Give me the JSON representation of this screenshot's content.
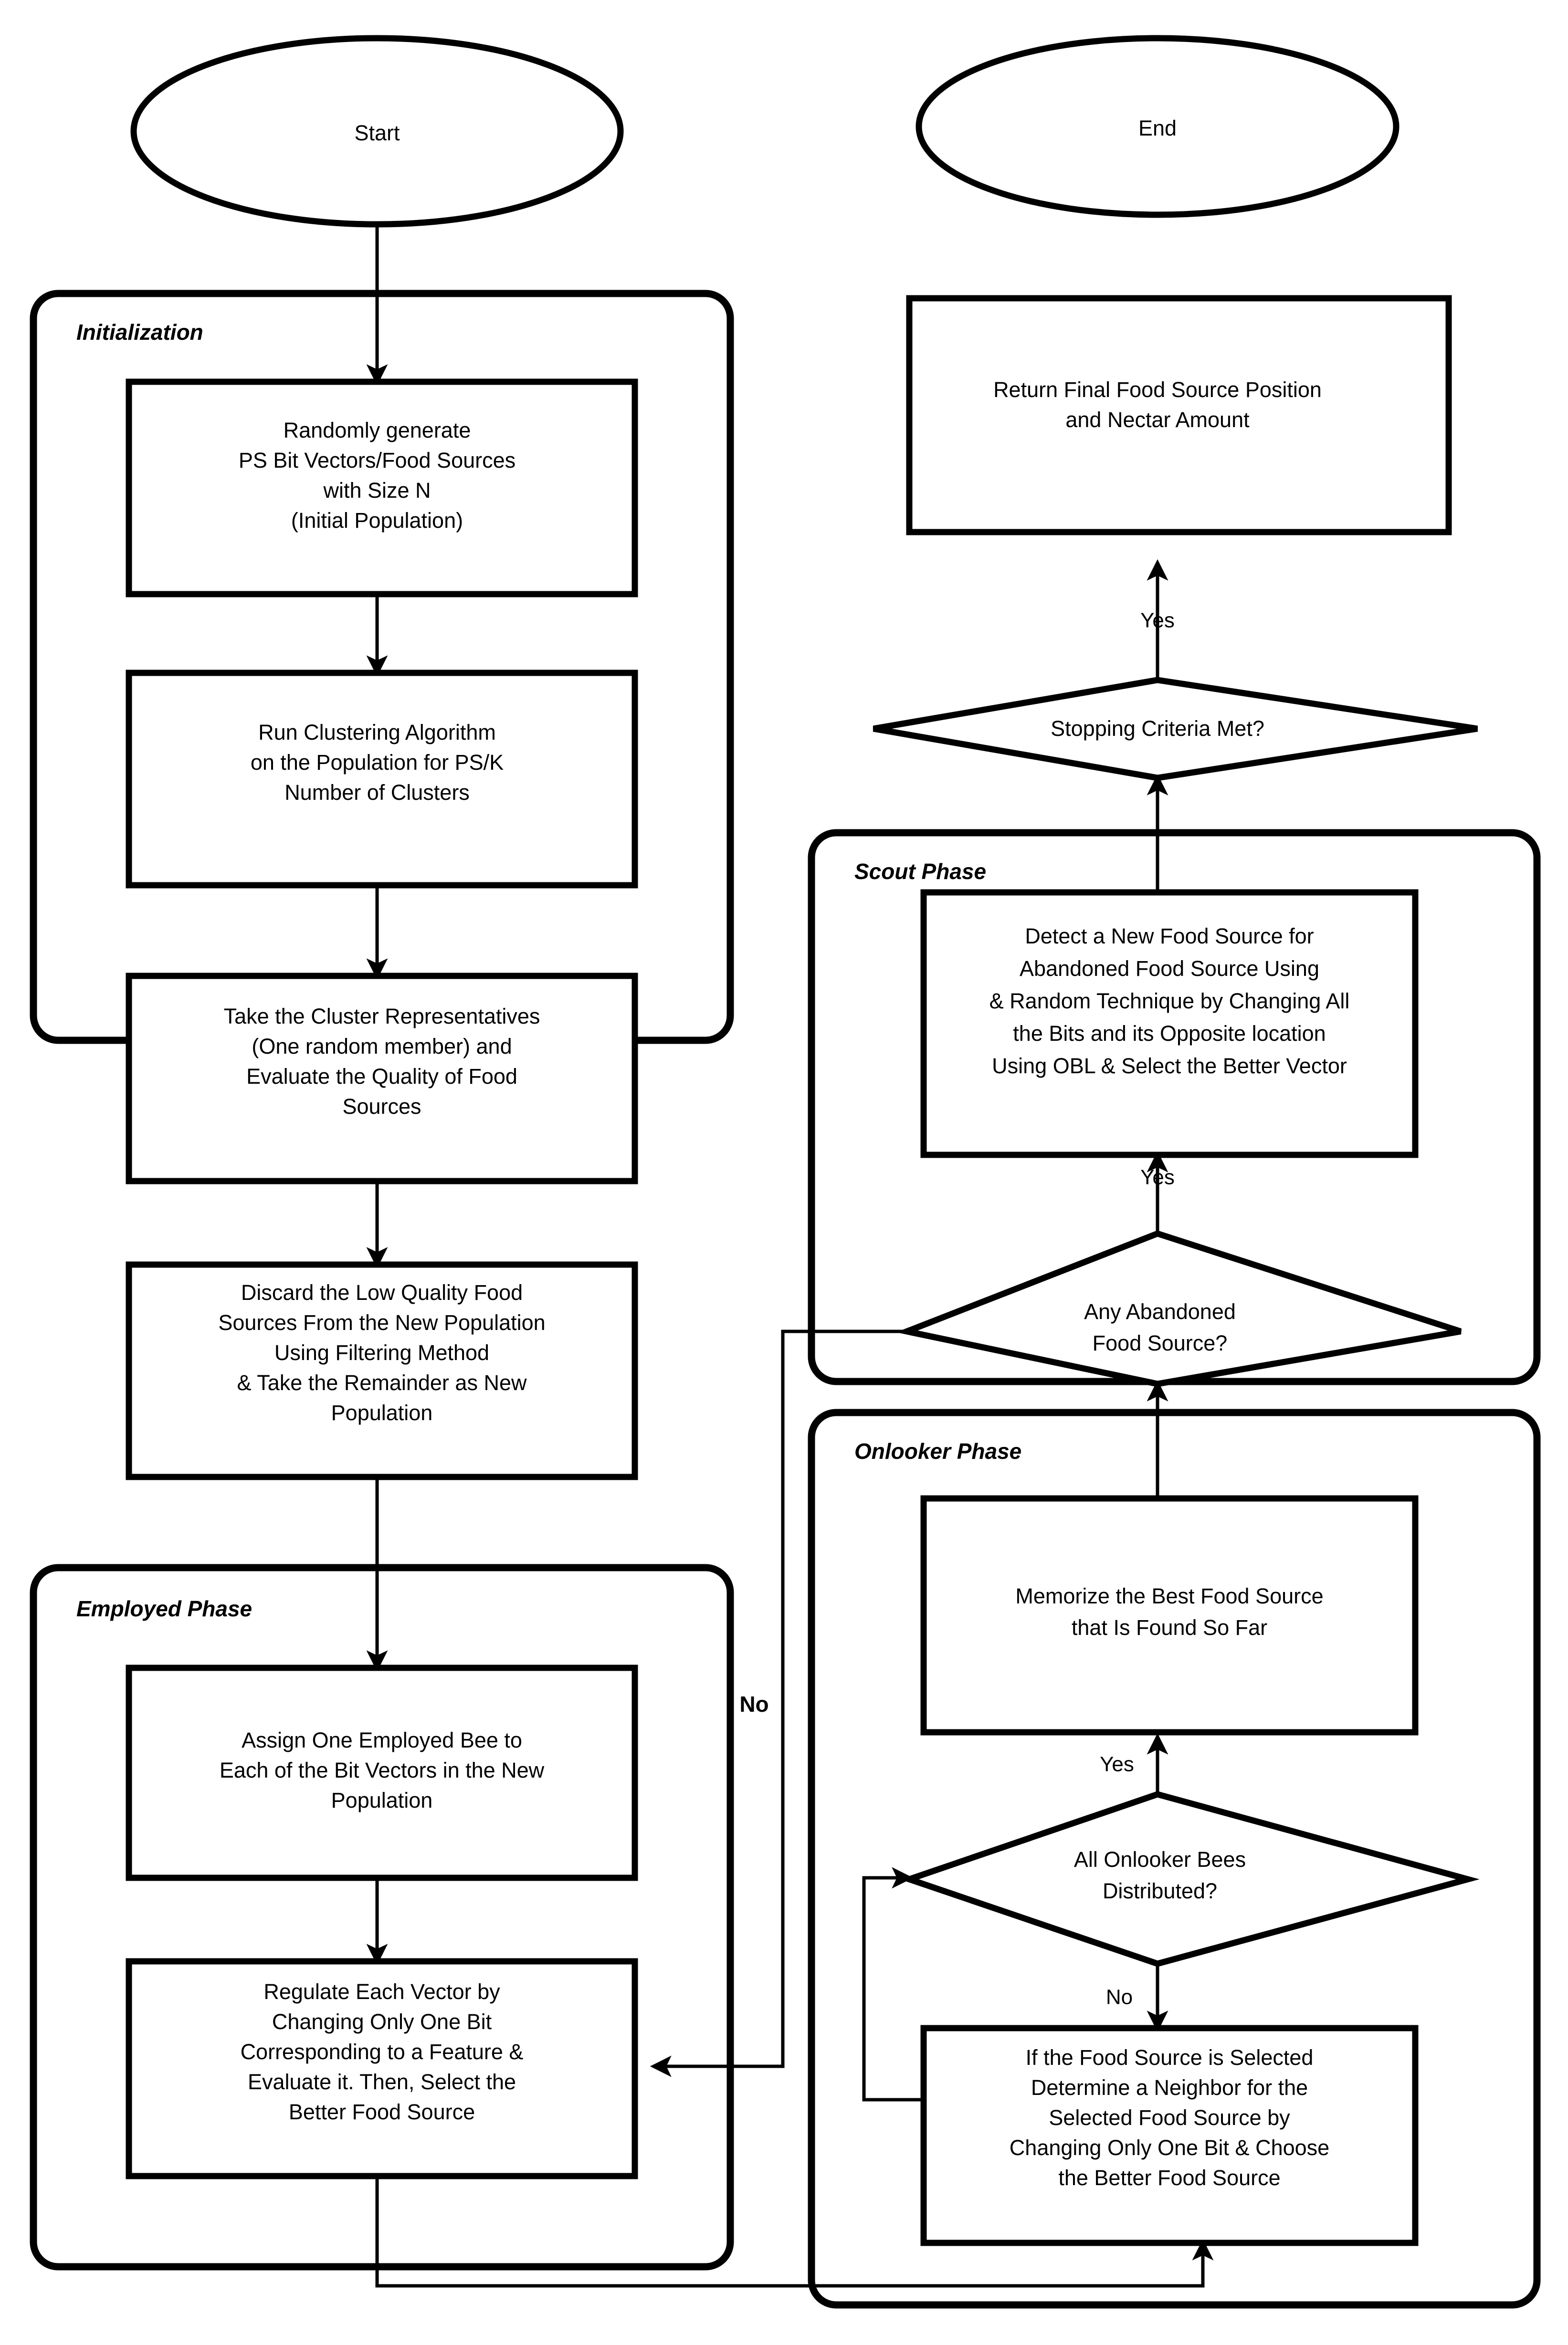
{
  "diagram": {
    "title": "ABC Algorithm Flowchart",
    "background_color": "#ffffff",
    "stroke_color": "#000000"
  },
  "terminals": {
    "start": "Start",
    "end": "End"
  },
  "groups": {
    "initialization": "Initialization",
    "employed_phase": "Employed Phase",
    "scout_phase": "Scout Phase",
    "onlooker_phase": "Onlooker Phase"
  },
  "nodes": {
    "random_generate": {
      "lines": [
        "Randomly generate",
        "PS Bit Vectors/Food Sources",
        "with Size N",
        "(Initial Population)"
      ]
    },
    "run_clustering": {
      "lines": [
        "Run Clustering Algorithm",
        "on the Population for PS/K",
        "Number of Clusters"
      ]
    },
    "cluster_representatives": {
      "lines": [
        "Take the Cluster Representatives",
        "(One random member) and",
        "Evaluate the Quality of Food",
        "Sources"
      ]
    },
    "discard_low_quality": {
      "lines": [
        "Discard the Low Quality Food",
        "Sources From the New Population",
        "Using Filtering Method",
        "& Take the Remainder as New",
        "Population"
      ]
    },
    "assign_employed_bee": {
      "lines": [
        "Assign One Employed Bee to",
        "Each of the Bit Vectors in the New",
        "Population"
      ]
    },
    "regulate_vector": {
      "lines": [
        "Regulate Each Vector by",
        "Changing Only One Bit",
        "Corresponding to a Feature &",
        "Evaluate it. Then, Select the",
        "Better Food Source"
      ]
    },
    "return_final": {
      "lines": [
        "Return Final Food Source Position",
        "and Nectar Amount"
      ]
    },
    "detect_new_food_source": {
      "lines": [
        "Detect a New Food Source for",
        "Abandoned Food Source Using",
        "& Random Technique by Changing All",
        "the Bits and its Opposite location",
        "Using OBL & Select the Better Vector"
      ]
    },
    "memorize_best": {
      "lines": [
        "Memorize the Best Food Source",
        "that Is Found So Far"
      ]
    },
    "if_food_source_selected": {
      "lines": [
        "If the Food Source is Selected",
        "Determine a Neighbor for the",
        "Selected Food Source by",
        "Changing Only One Bit & Choose",
        "the Better Food Source"
      ]
    }
  },
  "decisions": {
    "stopping_criteria": {
      "lines": [
        "Stopping Criteria Met?"
      ]
    },
    "any_abandoned": {
      "lines": [
        "Any Abandoned",
        "Food Source?"
      ]
    },
    "all_onlooker_distributed": {
      "lines": [
        "All Onlooker Bees",
        "Distributed?"
      ]
    }
  },
  "edge_labels": {
    "stopping_yes": "Yes",
    "abandoned_yes": "Yes",
    "onlooker_yes": "Yes",
    "onlooker_no": "No",
    "abandoned_no": "No"
  }
}
